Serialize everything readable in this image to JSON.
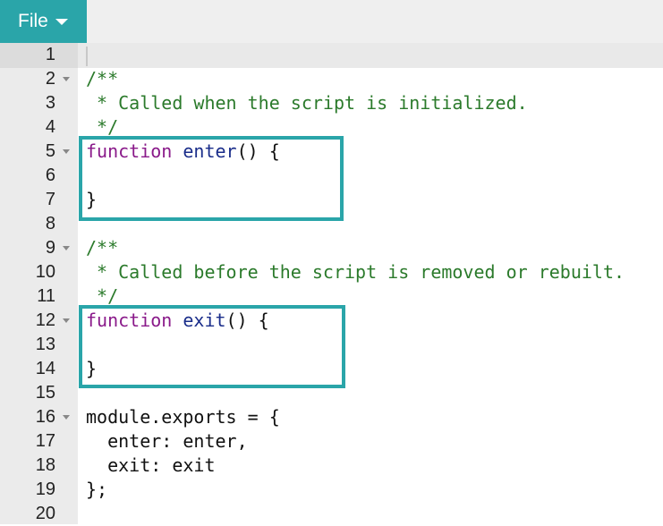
{
  "menu": {
    "file_label": "File"
  },
  "colors": {
    "accent": "#2aa5a9",
    "comment": "#2b7a2b",
    "keyword": "#8a1a8a",
    "function_name": "#1a2d8a"
  },
  "lines": [
    {
      "n": "1",
      "text": ""
    },
    {
      "n": "2",
      "text": "/**"
    },
    {
      "n": "3",
      "text": " * Called when the script is initialized."
    },
    {
      "n": "4",
      "text": " */"
    },
    {
      "n": "5",
      "kw": "function",
      "fn": "enter",
      "rest": "() {"
    },
    {
      "n": "6",
      "text": ""
    },
    {
      "n": "7",
      "text": "}"
    },
    {
      "n": "8",
      "text": ""
    },
    {
      "n": "9",
      "text": "/**"
    },
    {
      "n": "10",
      "text": " * Called before the script is removed or rebuilt."
    },
    {
      "n": "11",
      "text": " */"
    },
    {
      "n": "12",
      "kw": "function",
      "fn": "exit",
      "rest": "() {"
    },
    {
      "n": "13",
      "text": ""
    },
    {
      "n": "14",
      "text": "}"
    },
    {
      "n": "15",
      "text": ""
    },
    {
      "n": "16",
      "text": "module.exports = {"
    },
    {
      "n": "17",
      "text": "  enter: enter,"
    },
    {
      "n": "18",
      "text": "  exit: exit"
    },
    {
      "n": "19",
      "text": "};"
    },
    {
      "n": "20",
      "text": ""
    }
  ]
}
